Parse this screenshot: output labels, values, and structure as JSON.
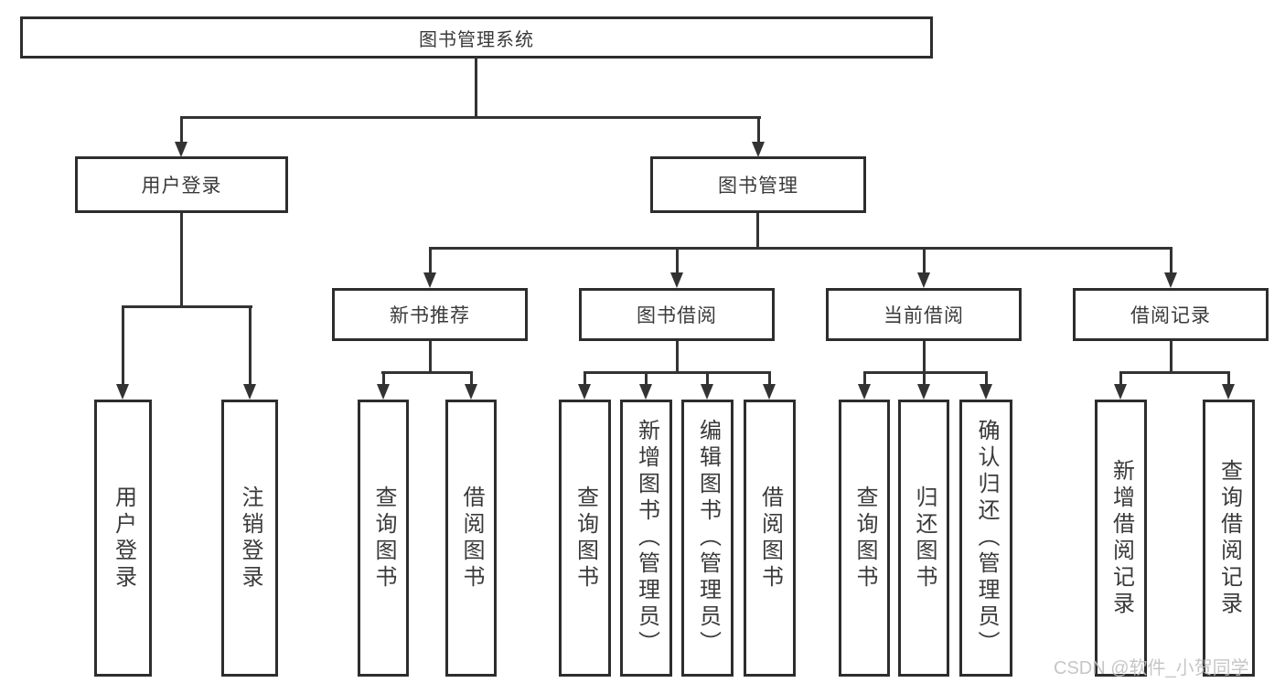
{
  "diagram": {
    "type": "hierarchy",
    "root": {
      "label": "图书管理系统"
    },
    "branches": [
      {
        "label": "用户登录",
        "children": [
          {
            "label": "用户登录"
          },
          {
            "label": "注销登录"
          }
        ]
      },
      {
        "label": "图书管理",
        "children": [
          {
            "label": "新书推荐",
            "children": [
              {
                "label": "查询图书"
              },
              {
                "label": "借阅图书"
              }
            ]
          },
          {
            "label": "图书借阅",
            "children": [
              {
                "label": "查询图书"
              },
              {
                "label": "新增图书（管理员）"
              },
              {
                "label": "编辑图书（管理员）"
              },
              {
                "label": "借阅图书"
              }
            ]
          },
          {
            "label": "当前借阅",
            "children": [
              {
                "label": "查询图书"
              },
              {
                "label": "归还图书"
              },
              {
                "label": "确认归还（管理员）"
              }
            ]
          },
          {
            "label": "借阅记录",
            "children": [
              {
                "label": "新增借阅记录"
              },
              {
                "label": "查询借阅记录"
              }
            ]
          }
        ]
      }
    ]
  },
  "watermark": {
    "text": "CSDN @软件_小贺同学"
  },
  "colors": {
    "line": "#333333",
    "border": "#2d2d2d",
    "text": "#3a3a3a",
    "watermark": "#c0c0c0",
    "bg": "#ffffff"
  }
}
